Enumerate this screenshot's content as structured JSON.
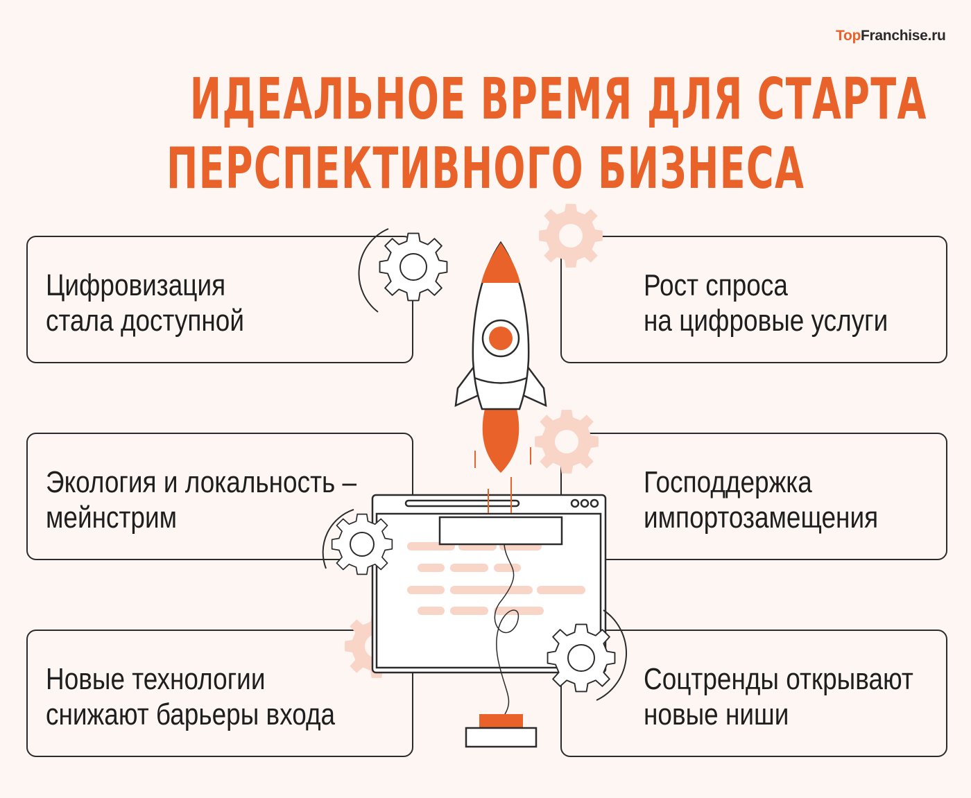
{
  "logo": {
    "part1": "Top",
    "part2": "Franchise.ru"
  },
  "title": {
    "line1": "ИДЕАЛЬНОЕ ВРЕМЯ ДЛЯ СТАРТА",
    "line2": "ПЕРСПЕКТИВНОГО БИЗНЕСА"
  },
  "cards": [
    {
      "line1": "Цифровизация",
      "line2": "стала доступной"
    },
    {
      "line1": "Рост спроса",
      "line2": "на цифровые услуги"
    },
    {
      "line1": "Экология и локальность –",
      "line2": "мейнстрим"
    },
    {
      "line1": "Господдержка",
      "line2": "импортозамещения"
    },
    {
      "line1": "Новые технологии",
      "line2": "снижают барьеры входа"
    },
    {
      "line1": "Соцтренды открывают",
      "line2": "новые ниши"
    }
  ],
  "colors": {
    "accent": "#e8622a",
    "background": "#fdf6f3",
    "soft": "#f9d5c8",
    "outline": "#2b2b2b"
  }
}
